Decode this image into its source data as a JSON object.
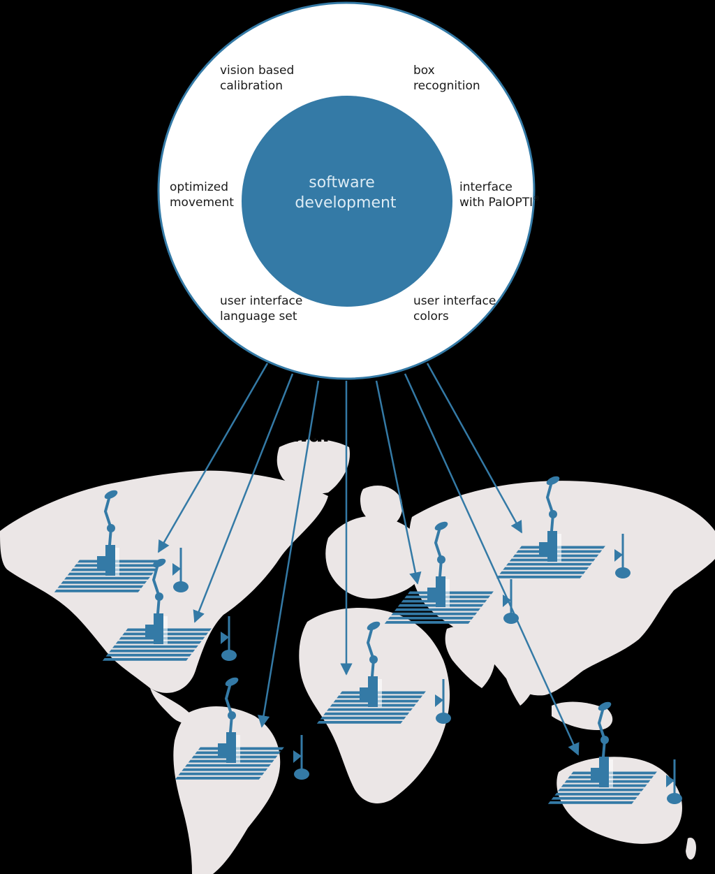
{
  "center": {
    "line1": "software",
    "line2": "development"
  },
  "features": [
    {
      "line1": "vision based",
      "line2": "calibration"
    },
    {
      "line1": "box",
      "line2": "recognition"
    },
    {
      "line1": "optimized",
      "line2": "movement"
    },
    {
      "line1": "interface",
      "line2": "with PalOPTI",
      "sup": "®"
    },
    {
      "line1": "user interface",
      "line2": "language set"
    },
    {
      "line1": "user interface",
      "line2": "colors"
    }
  ],
  "title": "software updates",
  "colors": {
    "accent": "#347aa6",
    "map": "#ebe6e6",
    "background": "#000000",
    "text": "#1a1a1a"
  },
  "icons": [
    "palletizing-robot-icon",
    "arrow-icon",
    "world-map"
  ]
}
